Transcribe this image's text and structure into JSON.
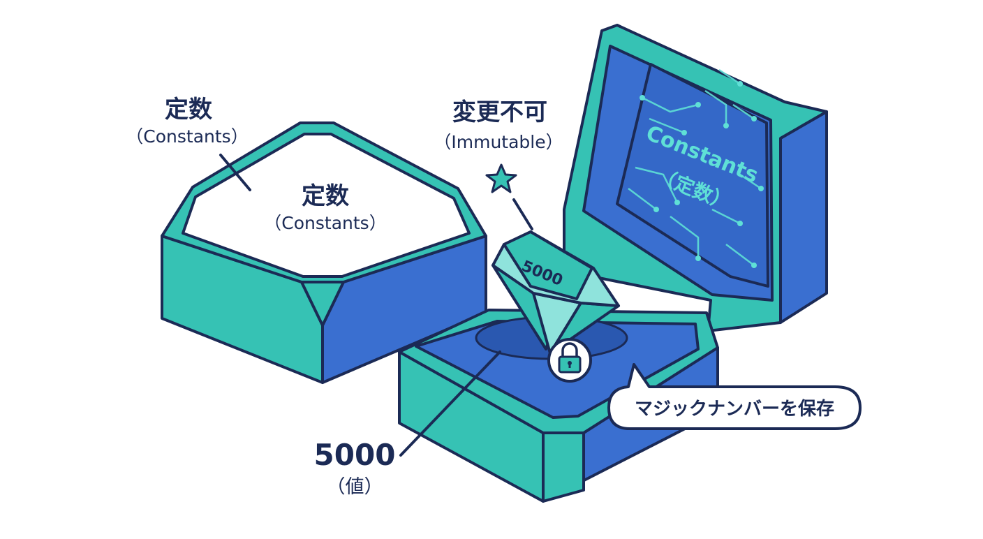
{
  "labels": {
    "left_title_jp": "定数",
    "left_title_en": "（Constants）",
    "lid_title_jp": "定数",
    "lid_title_en": "（Constants）",
    "immutable_jp": "変更不可",
    "immutable_en": "（Immutable）",
    "gem_value": "5000",
    "screen_line1": "Constants",
    "screen_line2": "（定数）",
    "bubble_text": "マジックナンバーを保存",
    "value_number": "5000",
    "value_caption": "（値）"
  },
  "icons": {
    "star": "star-icon",
    "lock": "lock-icon",
    "gem": "diamond-icon"
  },
  "colors": {
    "outline": "#1b2a55",
    "teal": "#36c2b4",
    "blue": "#3a6fd0",
    "light_teal": "#8fe3dc",
    "screen_text": "#5fe0d6",
    "text_dark": "#1b2a55"
  }
}
